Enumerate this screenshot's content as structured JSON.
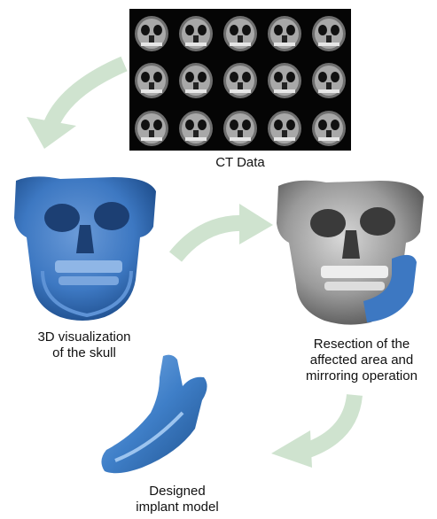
{
  "ct": {
    "label": "CT Data",
    "rows": 3,
    "cols": 5
  },
  "steps": {
    "visualization": "3D visualization\nof the skull",
    "resection": "Resection of the\naffected area and\nmirroring operation",
    "implant": "Designed\nimplant model"
  },
  "colors": {
    "arrow": "#cfe3cf",
    "skull_blue": "#3d78c2",
    "skull_gray": "#9a9a9a",
    "implant_blue": "#3f7fc8",
    "ct_background": "#050505"
  }
}
